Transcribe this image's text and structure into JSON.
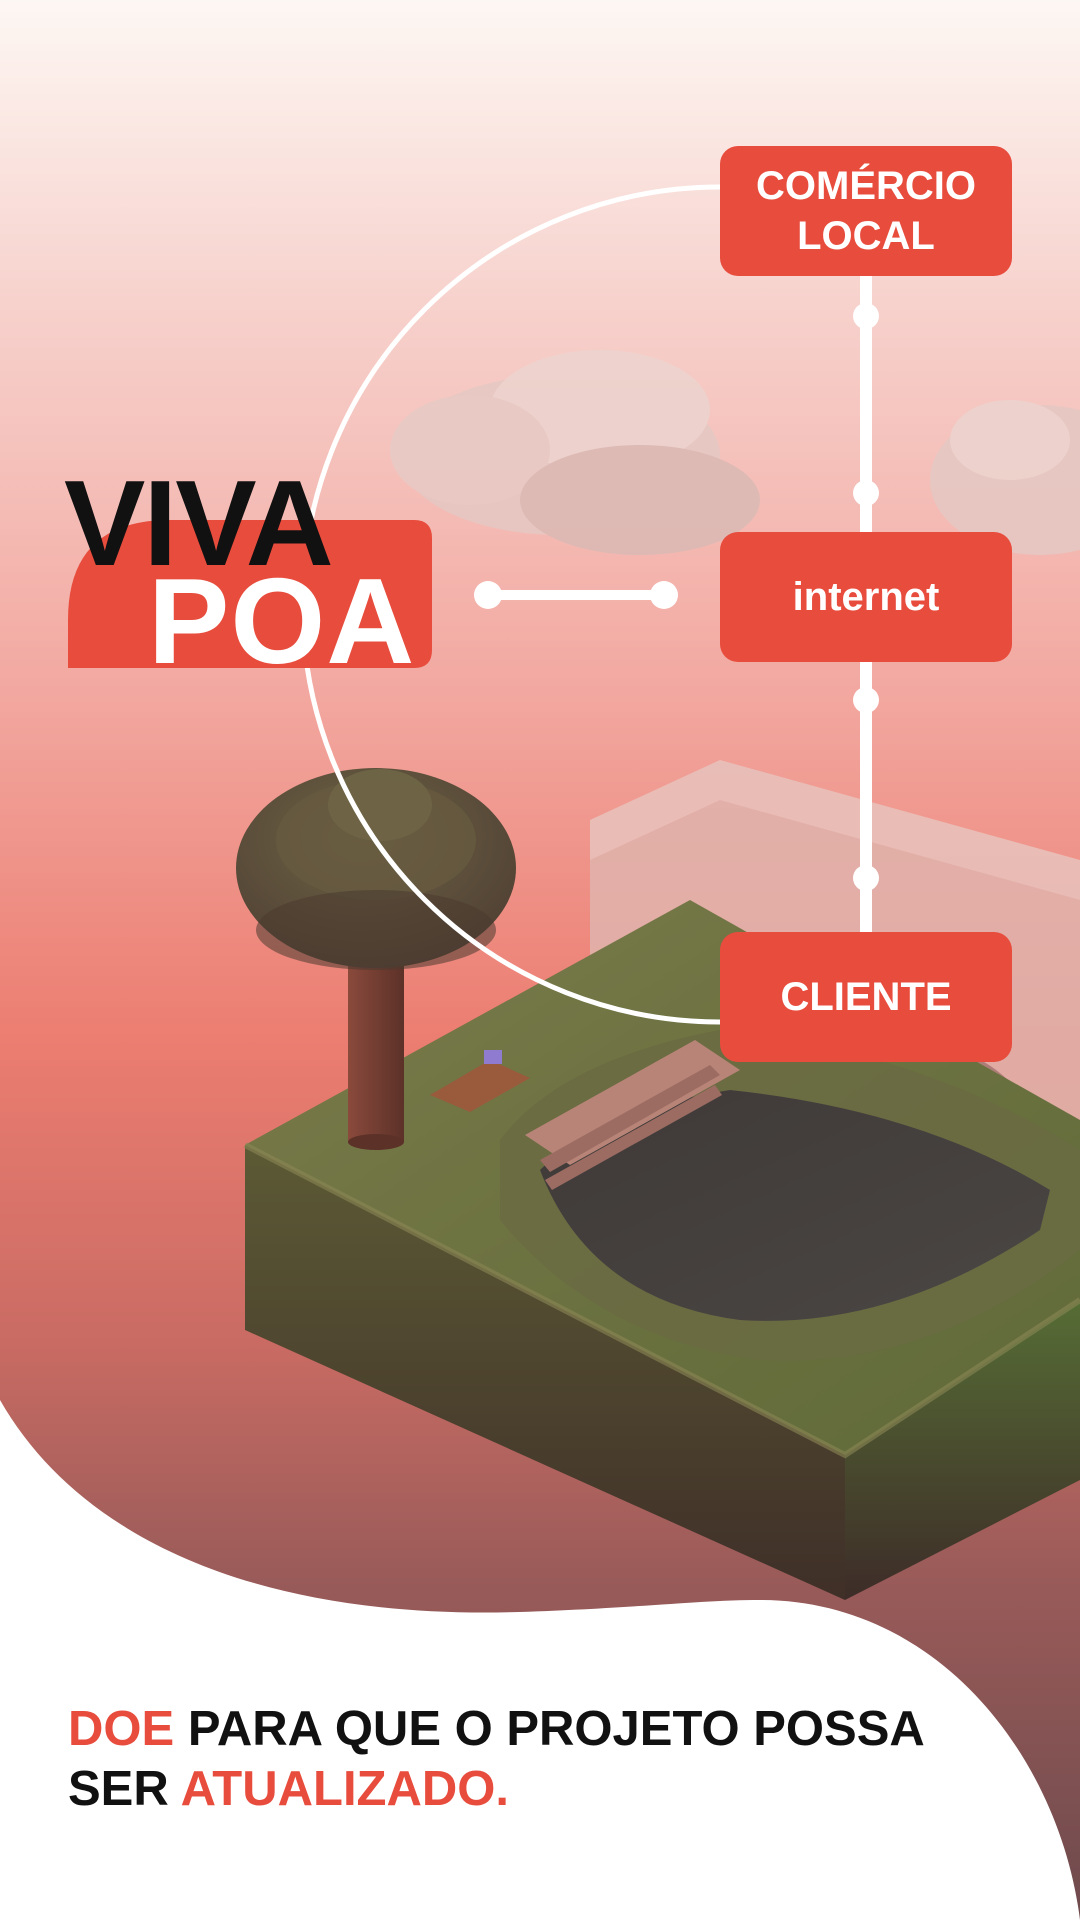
{
  "logo": {
    "line1": "VIVA",
    "line2": "POA"
  },
  "diagram": {
    "top_node": {
      "line1": "COMÉRCIO",
      "line2": "LOCAL"
    },
    "middle_node": "internet",
    "bottom_node": "CLIENTE"
  },
  "cta": {
    "w1": "DOE",
    "w2": "PARA QUE O PROJETO POSSA",
    "w3": "SER",
    "w4": "ATUALIZADO."
  },
  "colors": {
    "accent": "#e84c3d",
    "text": "#111111",
    "white": "#ffffff"
  }
}
